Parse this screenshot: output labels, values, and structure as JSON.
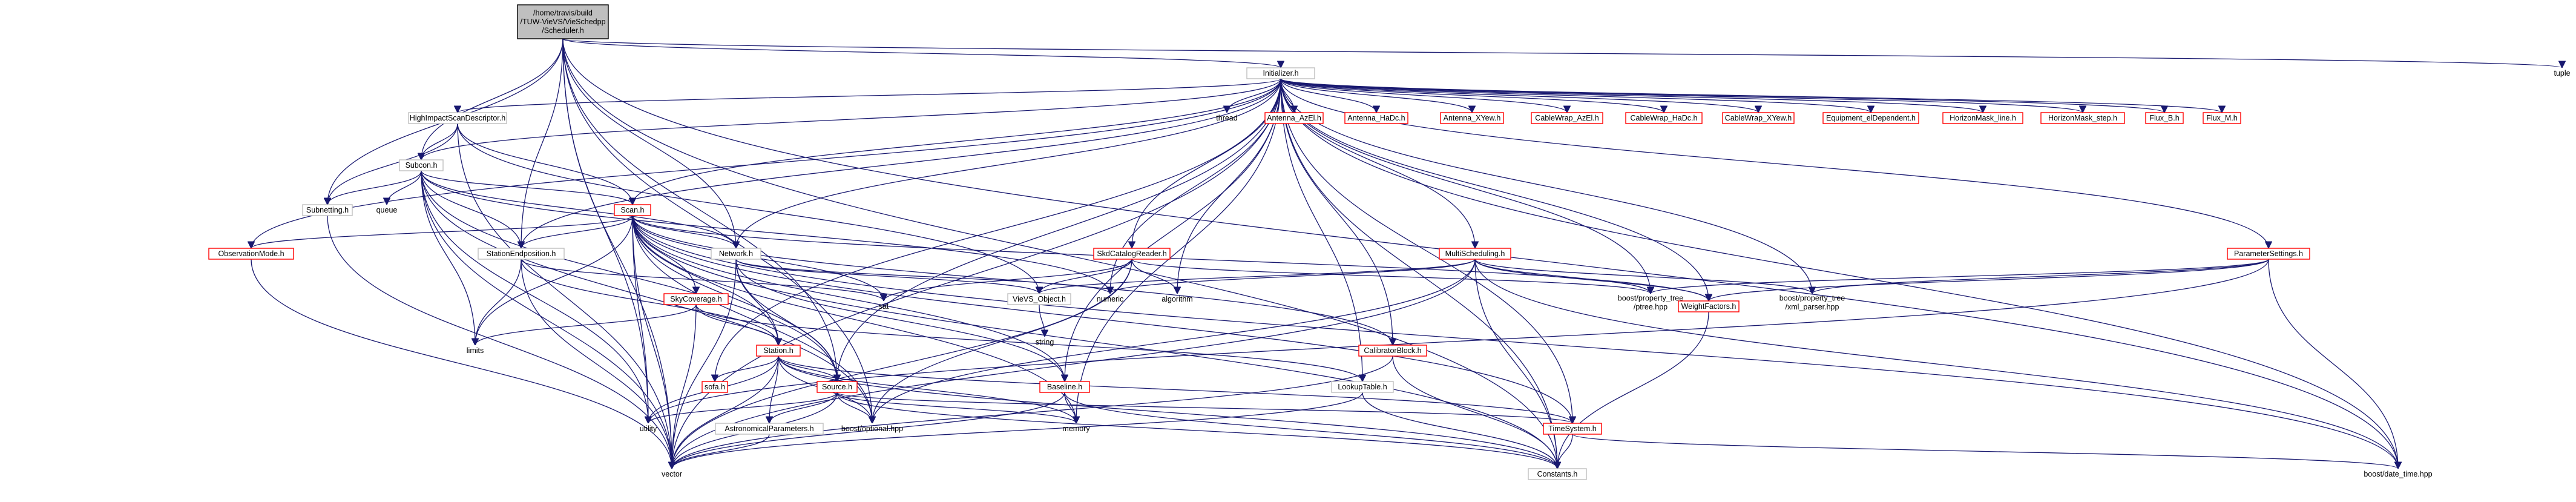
{
  "nodes": [
    {
      "id": "root",
      "lines": [
        "/home/travis/build",
        "/TUW-VieVS/VieSchedpp",
        "/Scheduler.h"
      ],
      "style": "root"
    },
    {
      "id": "init",
      "lines": [
        "Initializer.h"
      ],
      "style": "plain"
    },
    {
      "id": "tuple",
      "lines": [
        "tuple"
      ],
      "style": "none"
    },
    {
      "id": "hisd",
      "lines": [
        "HighImpactScanDescriptor.h"
      ],
      "style": "plain"
    },
    {
      "id": "thread",
      "lines": [
        "thread"
      ],
      "style": "none"
    },
    {
      "id": "ant_azel",
      "lines": [
        "Antenna_AzEl.h"
      ],
      "style": "red"
    },
    {
      "id": "ant_hadc",
      "lines": [
        "Antenna_HaDc.h"
      ],
      "style": "red"
    },
    {
      "id": "ant_xyew",
      "lines": [
        "Antenna_XYew.h"
      ],
      "style": "red"
    },
    {
      "id": "cw_azel",
      "lines": [
        "CableWrap_AzEl.h"
      ],
      "style": "red"
    },
    {
      "id": "cw_hadc",
      "lines": [
        "CableWrap_HaDc.h"
      ],
      "style": "red"
    },
    {
      "id": "cw_xyew",
      "lines": [
        "CableWrap_XYew.h"
      ],
      "style": "red"
    },
    {
      "id": "equip",
      "lines": [
        "Equipment_elDependent.h"
      ],
      "style": "red"
    },
    {
      "id": "hm_line",
      "lines": [
        "HorizonMask_line.h"
      ],
      "style": "red"
    },
    {
      "id": "hm_step",
      "lines": [
        "HorizonMask_step.h"
      ],
      "style": "red"
    },
    {
      "id": "flux_b",
      "lines": [
        "Flux_B.h"
      ],
      "style": "red"
    },
    {
      "id": "flux_m",
      "lines": [
        "Flux_M.h"
      ],
      "style": "red"
    },
    {
      "id": "subcon",
      "lines": [
        "Subcon.h"
      ],
      "style": "plain"
    },
    {
      "id": "queue",
      "lines": [
        "queue"
      ],
      "style": "none"
    },
    {
      "id": "subnet",
      "lines": [
        "Subnetting.h"
      ],
      "style": "plain"
    },
    {
      "id": "scan",
      "lines": [
        "Scan.h"
      ],
      "style": "red"
    },
    {
      "id": "obsmode",
      "lines": [
        "ObservationMode.h"
      ],
      "style": "red"
    },
    {
      "id": "stend",
      "lines": [
        "StationEndposition.h"
      ],
      "style": "plain"
    },
    {
      "id": "network",
      "lines": [
        "Network.h"
      ],
      "style": "plain"
    },
    {
      "id": "skycat",
      "lines": [
        "SkdCatalogReader.h"
      ],
      "style": "red"
    },
    {
      "id": "multisched",
      "lines": [
        "MultiScheduling.h"
      ],
      "style": "red"
    },
    {
      "id": "paramset",
      "lines": [
        "ParameterSettings.h"
      ],
      "style": "red"
    },
    {
      "id": "sat",
      "lines": [
        "sat"
      ],
      "style": "none"
    },
    {
      "id": "vievs",
      "lines": [
        "VieVS_Object.h"
      ],
      "style": "plain"
    },
    {
      "id": "numeric",
      "lines": [
        "numeric"
      ],
      "style": "none"
    },
    {
      "id": "algorithm",
      "lines": [
        "algorithm"
      ],
      "style": "none"
    },
    {
      "id": "ptree",
      "lines": [
        "boost/property_tree",
        "/ptree.hpp"
      ],
      "style": "none"
    },
    {
      "id": "weight",
      "lines": [
        "WeightFactors.h"
      ],
      "style": "red"
    },
    {
      "id": "xmlparser",
      "lines": [
        "boost/property_tree",
        "/xml_parser.hpp"
      ],
      "style": "none"
    },
    {
      "id": "skycov",
      "lines": [
        "SkyCoverage.h"
      ],
      "style": "red"
    },
    {
      "id": "string",
      "lines": [
        "string"
      ],
      "style": "none"
    },
    {
      "id": "limits",
      "lines": [
        "limits"
      ],
      "style": "none"
    },
    {
      "id": "station",
      "lines": [
        "Station.h"
      ],
      "style": "red"
    },
    {
      "id": "calib",
      "lines": [
        "CalibratorBlock.h"
      ],
      "style": "red"
    },
    {
      "id": "sofa",
      "lines": [
        "sofa.h"
      ],
      "style": "red"
    },
    {
      "id": "source",
      "lines": [
        "Source.h"
      ],
      "style": "red"
    },
    {
      "id": "baseline",
      "lines": [
        "Baseline.h"
      ],
      "style": "red"
    },
    {
      "id": "lookup",
      "lines": [
        "LookupTable.h"
      ],
      "style": "plain"
    },
    {
      "id": "utility",
      "lines": [
        "utility"
      ],
      "style": "none"
    },
    {
      "id": "astro",
      "lines": [
        "AstronomicalParameters.h"
      ],
      "style": "plain"
    },
    {
      "id": "optional",
      "lines": [
        "boost/optional.hpp"
      ],
      "style": "none"
    },
    {
      "id": "memory",
      "lines": [
        "memory"
      ],
      "style": "none"
    },
    {
      "id": "timesys",
      "lines": [
        "TimeSystem.h"
      ],
      "style": "red"
    },
    {
      "id": "vector",
      "lines": [
        "vector"
      ],
      "style": "none"
    },
    {
      "id": "constants",
      "lines": [
        "Constants.h"
      ],
      "style": "plain"
    },
    {
      "id": "datetime",
      "lines": [
        "boost/date_time.hpp"
      ],
      "style": "none"
    }
  ],
  "edges": [
    [
      "root",
      "init"
    ],
    [
      "root",
      "tuple"
    ],
    [
      "root",
      "subcon"
    ],
    [
      "root",
      "subnet"
    ],
    [
      "root",
      "stend"
    ],
    [
      "root",
      "network"
    ],
    [
      "root",
      "utility"
    ],
    [
      "root",
      "vector"
    ],
    [
      "root",
      "optional"
    ],
    [
      "root",
      "datetime"
    ],
    [
      "root",
      "constants"
    ],
    [
      "root",
      "source"
    ],
    [
      "init",
      "hisd"
    ],
    [
      "init",
      "thread"
    ],
    [
      "init",
      "ant_azel"
    ],
    [
      "init",
      "ant_hadc"
    ],
    [
      "init",
      "ant_xyew"
    ],
    [
      "init",
      "cw_azel"
    ],
    [
      "init",
      "cw_hadc"
    ],
    [
      "init",
      "cw_xyew"
    ],
    [
      "init",
      "equip"
    ],
    [
      "init",
      "hm_line"
    ],
    [
      "init",
      "hm_step"
    ],
    [
      "init",
      "flux_b"
    ],
    [
      "init",
      "flux_m"
    ],
    [
      "init",
      "subcon"
    ],
    [
      "init",
      "scan"
    ],
    [
      "init",
      "network"
    ],
    [
      "init",
      "skycat"
    ],
    [
      "init",
      "multisched"
    ],
    [
      "init",
      "paramset"
    ],
    [
      "init",
      "obsmode"
    ],
    [
      "init",
      "stend"
    ],
    [
      "init",
      "numeric"
    ],
    [
      "init",
      "algorithm"
    ],
    [
      "init",
      "ptree"
    ],
    [
      "init",
      "weight"
    ],
    [
      "init",
      "xmlparser"
    ],
    [
      "init",
      "calib"
    ],
    [
      "init",
      "source"
    ],
    [
      "init",
      "baseline"
    ],
    [
      "init",
      "lookup"
    ],
    [
      "init",
      "memory"
    ],
    [
      "init",
      "timesys"
    ],
    [
      "init",
      "vector"
    ],
    [
      "init",
      "constants"
    ],
    [
      "init",
      "datetime"
    ],
    [
      "init",
      "sofa"
    ],
    [
      "hisd",
      "subcon"
    ],
    [
      "hisd",
      "scan"
    ],
    [
      "hisd",
      "subnet"
    ],
    [
      "hisd",
      "vievs"
    ],
    [
      "hisd",
      "vector"
    ],
    [
      "subcon",
      "queue"
    ],
    [
      "subcon",
      "subnet"
    ],
    [
      "subcon",
      "scan"
    ],
    [
      "subcon",
      "stend"
    ],
    [
      "subcon",
      "network"
    ],
    [
      "subcon",
      "limits"
    ],
    [
      "subcon",
      "utility"
    ],
    [
      "subcon",
      "vector"
    ],
    [
      "subcon",
      "numeric"
    ],
    [
      "subcon",
      "optional"
    ],
    [
      "subcon",
      "source"
    ],
    [
      "subnet",
      "vector"
    ],
    [
      "scan",
      "obsmode"
    ],
    [
      "scan",
      "stend"
    ],
    [
      "scan",
      "network"
    ],
    [
      "scan",
      "sat"
    ],
    [
      "scan",
      "skycov"
    ],
    [
      "scan",
      "limits"
    ],
    [
      "scan",
      "station"
    ],
    [
      "scan",
      "source"
    ],
    [
      "scan",
      "baseline"
    ],
    [
      "scan",
      "utility"
    ],
    [
      "scan",
      "vector"
    ],
    [
      "scan",
      "optional"
    ],
    [
      "scan",
      "memory"
    ],
    [
      "scan",
      "weight"
    ],
    [
      "scan",
      "calib"
    ],
    [
      "scan",
      "datetime"
    ],
    [
      "scan",
      "timesys"
    ],
    [
      "scan",
      "constants"
    ],
    [
      "obsmode",
      "vector"
    ],
    [
      "stend",
      "limits"
    ],
    [
      "stend",
      "station"
    ],
    [
      "stend",
      "vector"
    ],
    [
      "stend",
      "sat"
    ],
    [
      "network",
      "station"
    ],
    [
      "network",
      "baseline"
    ],
    [
      "network",
      "vievs"
    ],
    [
      "network",
      "numeric"
    ],
    [
      "network",
      "vector"
    ],
    [
      "network",
      "source"
    ],
    [
      "skycat",
      "sat"
    ],
    [
      "skycat",
      "vievs"
    ],
    [
      "skycat",
      "algorithm"
    ],
    [
      "skycat",
      "vector"
    ],
    [
      "skycat",
      "optional"
    ],
    [
      "skycat",
      "ptree"
    ],
    [
      "multisched",
      "vievs"
    ],
    [
      "multisched",
      "numeric"
    ],
    [
      "multisched",
      "ptree"
    ],
    [
      "multisched",
      "weight"
    ],
    [
      "multisched",
      "xmlparser"
    ],
    [
      "multisched",
      "vector"
    ],
    [
      "multisched",
      "optional"
    ],
    [
      "multisched",
      "constants"
    ],
    [
      "multisched",
      "datetime"
    ],
    [
      "paramset",
      "ptree"
    ],
    [
      "paramset",
      "xmlparser"
    ],
    [
      "paramset",
      "datetime"
    ],
    [
      "paramset",
      "utility"
    ],
    [
      "paramset",
      "weight"
    ],
    [
      "vievs",
      "string"
    ],
    [
      "skycov",
      "limits"
    ],
    [
      "skycov",
      "station"
    ],
    [
      "skycov",
      "vector"
    ],
    [
      "skycov",
      "lookup"
    ],
    [
      "station",
      "sofa"
    ],
    [
      "station",
      "source"
    ],
    [
      "station",
      "utility"
    ],
    [
      "station",
      "astro"
    ],
    [
      "station",
      "optional"
    ],
    [
      "station",
      "memory"
    ],
    [
      "station",
      "vector"
    ],
    [
      "station",
      "constants"
    ],
    [
      "station",
      "timesys"
    ],
    [
      "source",
      "utility"
    ],
    [
      "source",
      "astro"
    ],
    [
      "source",
      "optional"
    ],
    [
      "source",
      "memory"
    ],
    [
      "source",
      "vector"
    ],
    [
      "source",
      "constants"
    ],
    [
      "source",
      "timesys"
    ],
    [
      "baseline",
      "memory"
    ],
    [
      "baseline",
      "vector"
    ],
    [
      "baseline",
      "constants"
    ],
    [
      "calib",
      "vector"
    ],
    [
      "calib",
      "constants"
    ],
    [
      "lookup",
      "vector"
    ],
    [
      "lookup",
      "constants"
    ],
    [
      "astro",
      "vector"
    ],
    [
      "timesys",
      "constants"
    ],
    [
      "timesys",
      "datetime"
    ],
    [
      "weight",
      "constants"
    ]
  ]
}
